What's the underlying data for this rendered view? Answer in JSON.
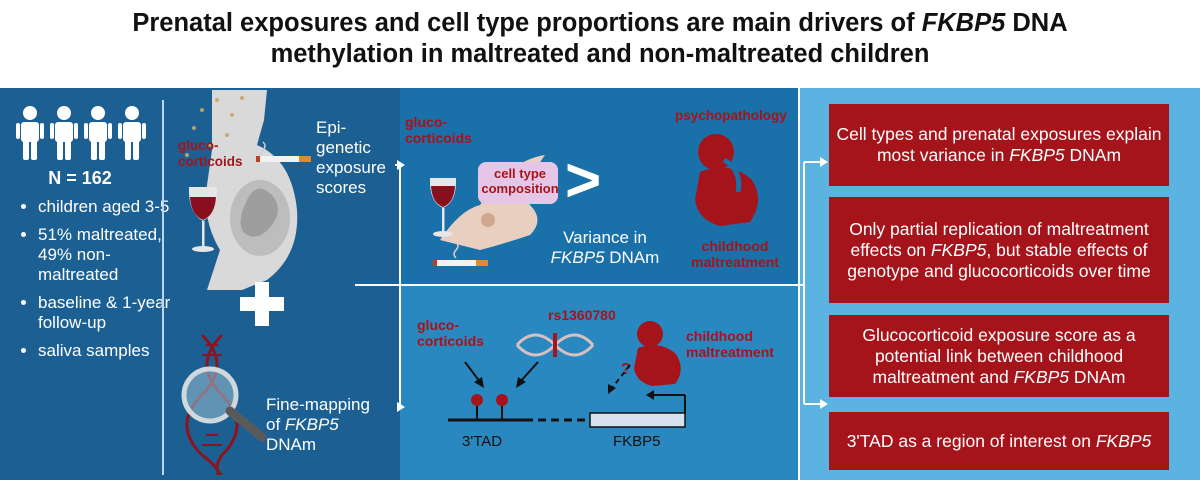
{
  "title": {
    "line1_pre": "Prenatal exposures and cell type proportions are main drivers of ",
    "line1_em": "FKBP5",
    "line1_post": " DNA",
    "line2": "methylation in maltreated and non-maltreated children"
  },
  "cohort": {
    "n_label": "N = 162",
    "bullets": [
      "children aged 3-5",
      "51% maltreated, 49% non-maltreated",
      "baseline & 1-year follow-up",
      "saliva samples"
    ]
  },
  "methods": {
    "gluco": "gluco-corticoids",
    "epi_scores": "Epi-genetic exposure scores",
    "plus": "+",
    "fine_mapping_pre": "Fine-mapping of ",
    "fine_mapping_em": "FKBP5",
    "fine_mapping_post": " DNAm"
  },
  "variance": {
    "gluco": "gluco-corticoids",
    "cell_type": "cell type composition",
    "gt": ">",
    "variance_pre": "Variance in",
    "variance_em": "FKBP5",
    "variance_post": " DNAm",
    "psychopathology": "psychopathology",
    "maltreatment": "childhood maltreatment"
  },
  "finemap": {
    "gluco": "gluco-corticoids",
    "snp": "rs1360780",
    "maltreatment": "childhood maltreatment",
    "question": "?",
    "tad": "3'TAD",
    "gene": "FKBP5"
  },
  "findings": [
    {
      "pre": "Cell types and prenatal exposures explain most variance in ",
      "em": "FKBP5",
      "post": " DNAm"
    },
    {
      "pre": "Only partial replication of maltreatment effects on ",
      "em": "FKBP5",
      "post": ", but stable effects of genotype and glucocorticoids over time"
    },
    {
      "pre": "Glucocorticoid exposure score as a potential link between childhood maltreatment and ",
      "em": "FKBP5",
      "post": " DNAm"
    },
    {
      "pre": "3'TAD as a region of interest on ",
      "em": "FKBP5",
      "post": ""
    }
  ],
  "colors": {
    "dark_blue": "#1c5f93",
    "mid_blue": "#1a70a8",
    "light_blue": "#2a88c1",
    "sky_blue": "#5ab3e1",
    "finding_red": "#a5141b"
  }
}
